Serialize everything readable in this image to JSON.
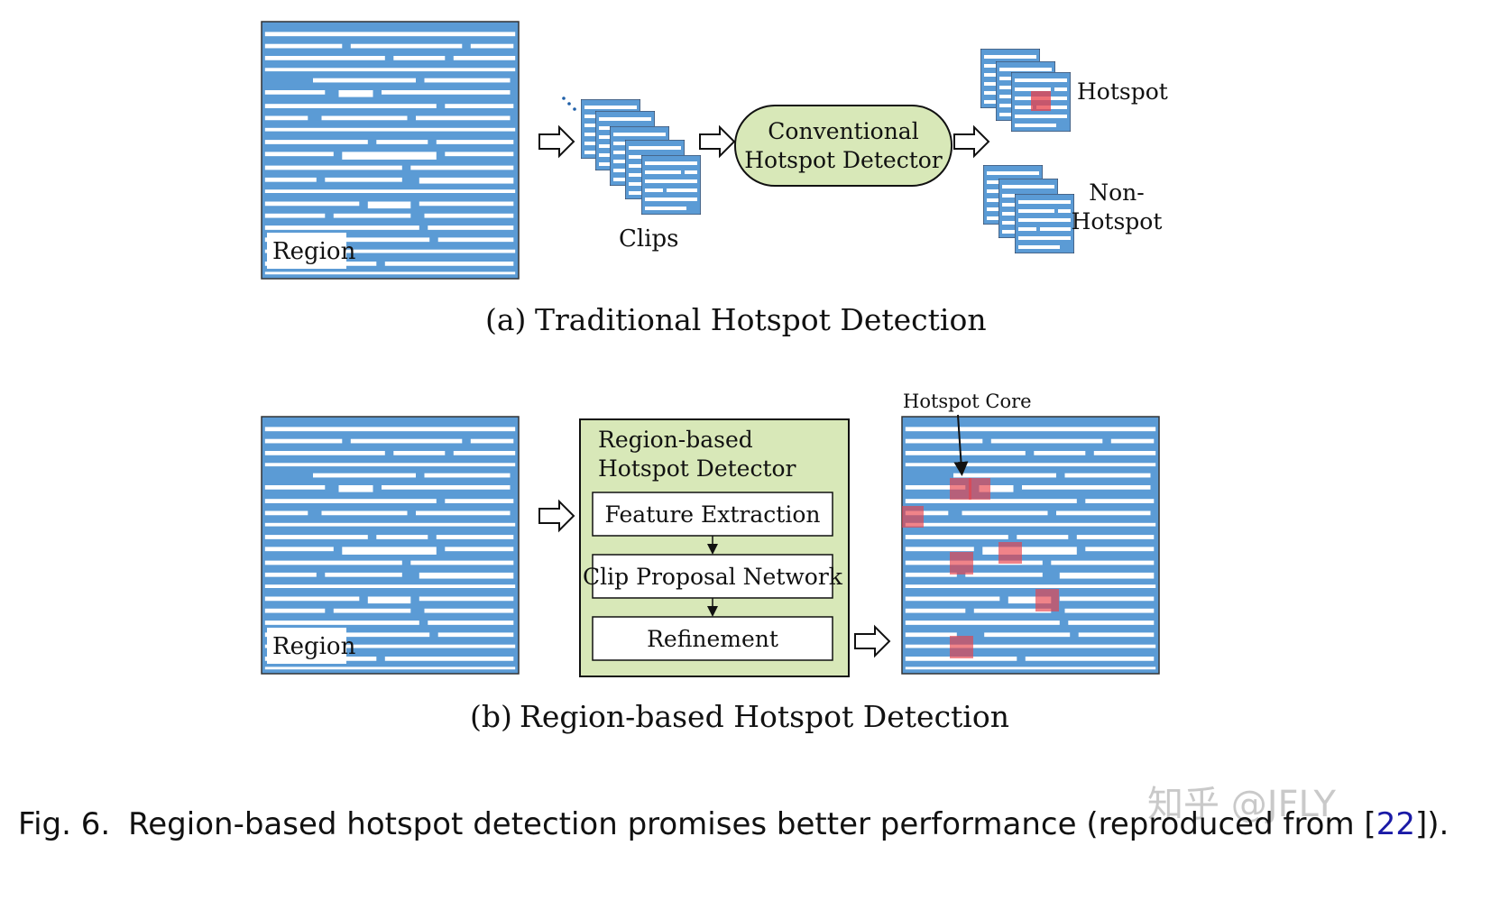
{
  "panel_a": {
    "region_label": "Region",
    "clips_label": "Clips",
    "detector_line1": "Conventional",
    "detector_line2": "Hotspot Detector",
    "hotspot_label": "Hotspot",
    "nonhotspot_line1": "Non-",
    "nonhotspot_line2": "Hotspot",
    "caption_tag": "(a)",
    "caption_text": "Traditional Hotspot Detection"
  },
  "panel_b": {
    "region_label": "Region",
    "detector_title_line1": "Region-based",
    "detector_title_line2": "Hotspot Detector",
    "stages": [
      "Feature Extraction",
      "Clip Proposal Network",
      "Refinement"
    ],
    "hotspot_core_label": "Hotspot Core",
    "caption_tag": "(b)",
    "caption_text": "Region-based Hotspot Detection"
  },
  "figure_caption": {
    "prefix": "Fig. 6.",
    "text": "Region-based hotspot detection promises better performance (reproduced from [",
    "ref": "22",
    "suffix": "])."
  },
  "watermark": "知乎 @JFLY",
  "colors": {
    "layout_blue": "#5b9bd5",
    "line_white": "#ffffff",
    "detector_green": "#d8e8b8",
    "hotspot_red": "#e8404a",
    "ref_link": "#1a1aa6"
  }
}
